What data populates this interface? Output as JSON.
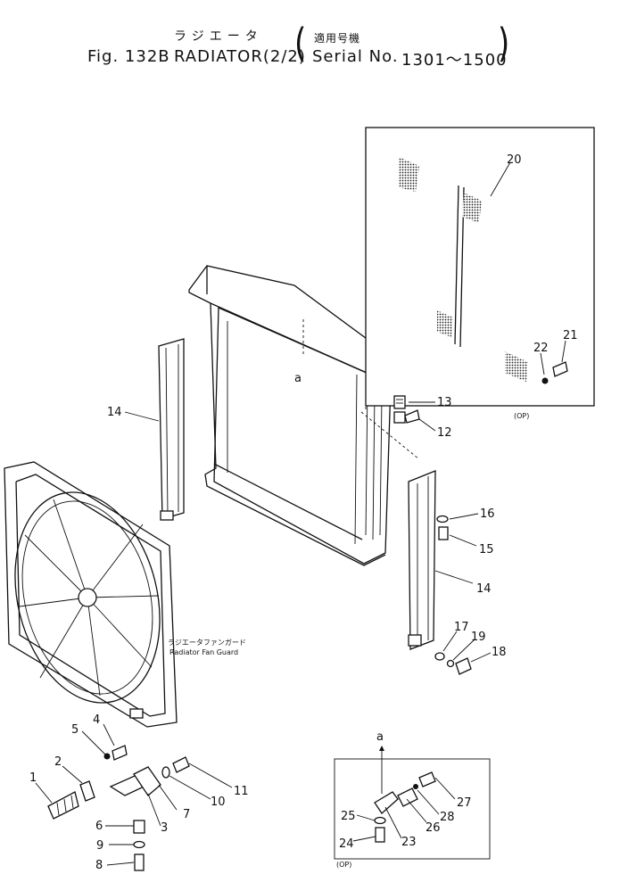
{
  "title": {
    "japanese_name": "ラジエータ",
    "fig_label": "Fig. 132B",
    "part_name": "RADIATOR(2/2)",
    "applicability_jp": "適用号機",
    "serial_label": "Serial No.",
    "serial_range": "1301～1500"
  },
  "annotations": {
    "fan_guard_jp": "ラジエータファンガード",
    "fan_guard_en": "Radiator Fan Guard",
    "option_top": "(OP)",
    "option_bottom": "(OP)",
    "ref_a_top": "a",
    "ref_a_bottom": "a"
  },
  "callouts": [
    "1",
    "2",
    "3",
    "4",
    "5",
    "6",
    "7",
    "8",
    "9",
    "10",
    "11",
    "12",
    "13",
    "14",
    "14",
    "15",
    "16",
    "17",
    "18",
    "19",
    "20",
    "21",
    "22",
    "23",
    "24",
    "25",
    "26",
    "27",
    "28"
  ]
}
